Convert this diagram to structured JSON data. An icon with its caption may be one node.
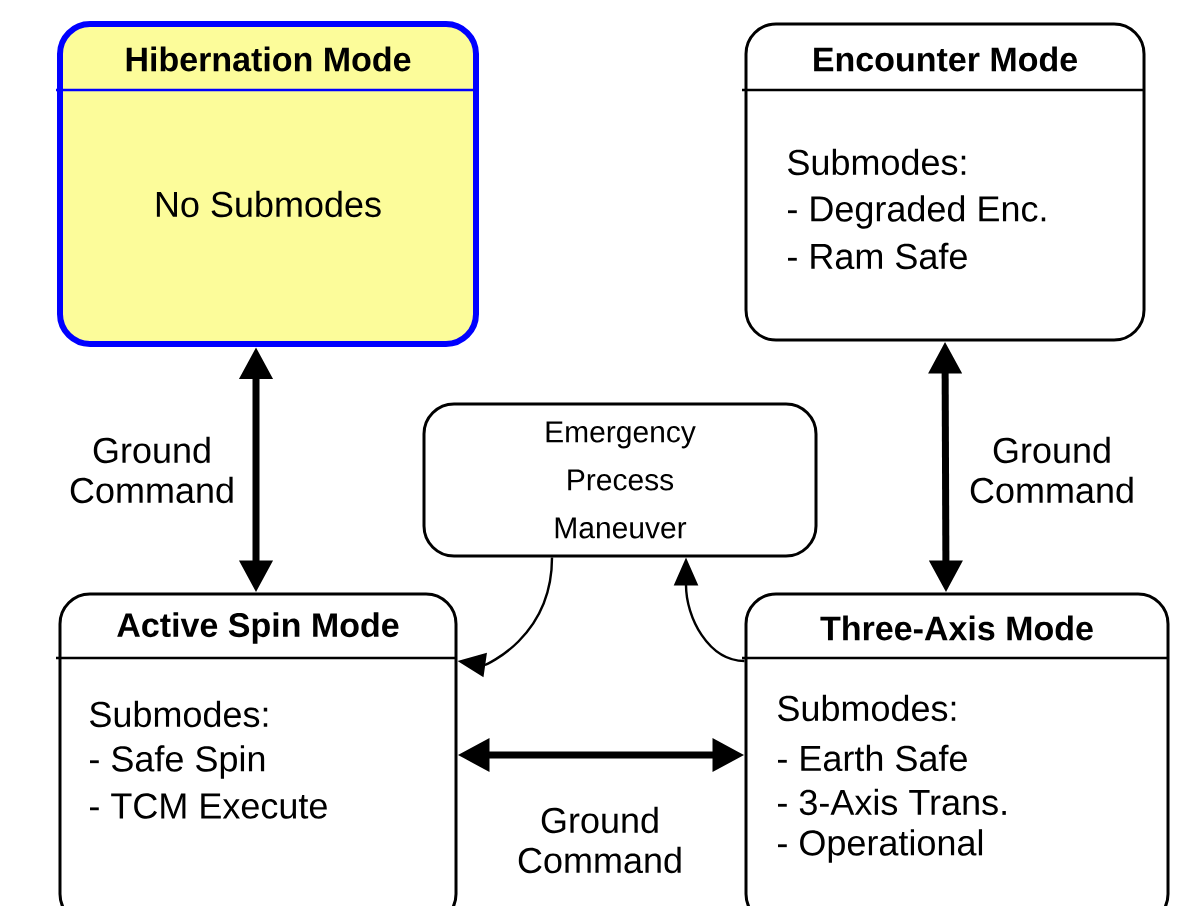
{
  "diagram": {
    "nodes": [
      {
        "text": [
          "Hibernation Mode",
          "No Submodes"
        ]
      },
      {
        "text": [
          "Encounter Mode",
          "Submodes:",
          "- Degraded Enc.",
          "- Ram Safe"
        ]
      },
      {
        "text": [
          "Emergency Precess Maneuver"
        ]
      },
      {
        "text": [
          "Active Spin Mode",
          "Submodes:",
          "- Safe Spin",
          "- TCM Execute"
        ]
      },
      {
        "text": [
          "Three-Axis Mode",
          "Submodes:",
          "- Earth Safe",
          "- 3-Axis Trans.",
          "- Operational"
        ]
      }
    ],
    "edges": [
      {
        "from": 0,
        "to": 3,
        "arrow": "both",
        "label": "Ground Command"
      },
      {
        "from": 1,
        "to": 4,
        "arrow": "both",
        "label": "Ground Command"
      },
      {
        "from": 3,
        "to": 4,
        "arrow": "both",
        "label": "Ground Command"
      },
      {
        "from": 2,
        "to": 3,
        "arrow": "to"
      },
      {
        "from": 4,
        "to": 2,
        "arrow": "to"
      }
    ]
  }
}
